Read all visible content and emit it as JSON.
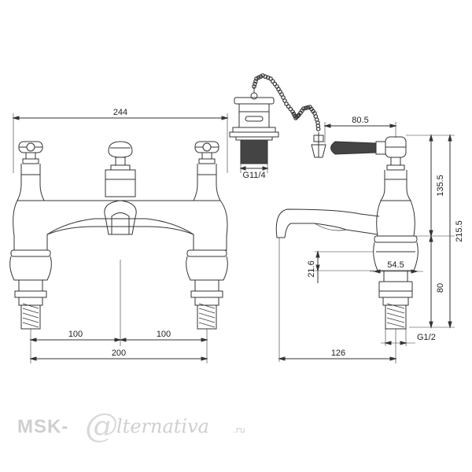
{
  "dimensions": {
    "overall_width": "244",
    "left_spacing": "100",
    "right_spacing": "100",
    "tap_centres": "200",
    "waste_thread": "G11/4",
    "handle_reach": "80.5",
    "upper_height": "135.5",
    "total_height": "215.5",
    "spout_height": "21.6",
    "base_diameter": "54.5",
    "lower_height": "80",
    "spout_projection": "126",
    "inlet_thread": "G1/2"
  },
  "watermark": {
    "brand": "MSK-",
    "at_symbol": "@",
    "word": "lternativa",
    "suffix": ".ru"
  },
  "colors": {
    "line": "#333333",
    "watermark": "#cfcfcf"
  }
}
